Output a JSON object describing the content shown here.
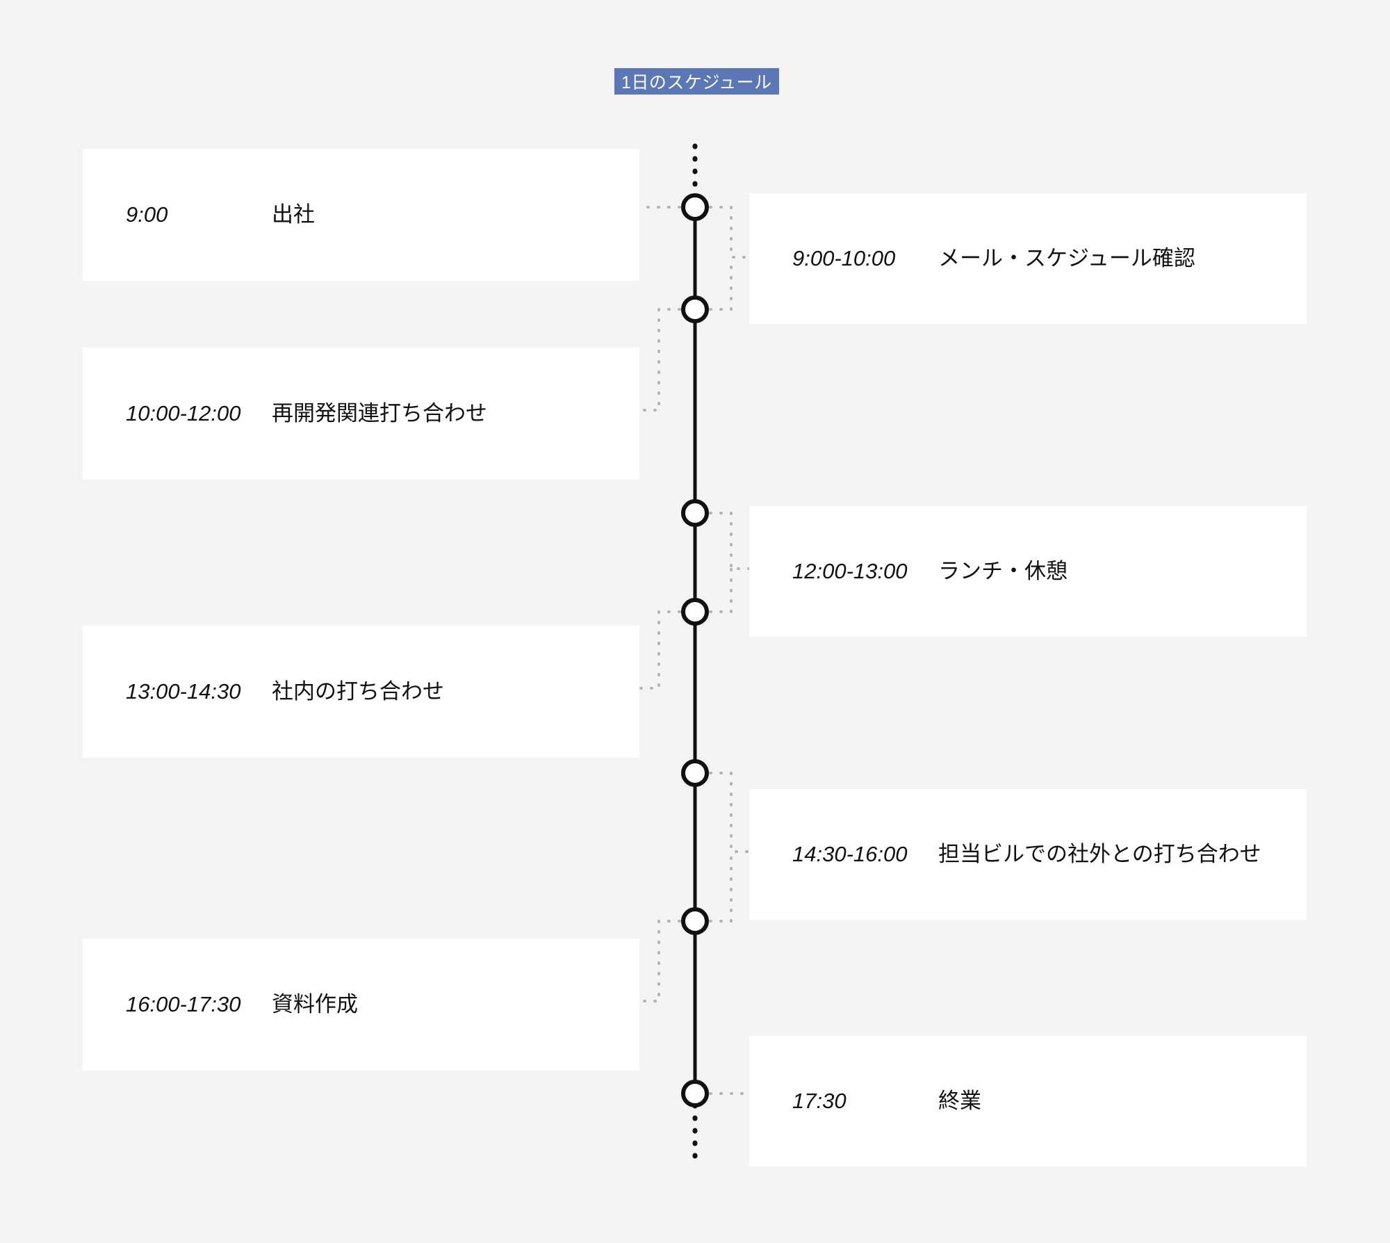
{
  "title": {
    "text": "1日のスケジュール",
    "background_color": "#5c77b6",
    "text_color": "#ffffff"
  },
  "theme": {
    "page_background": "#f4f4f4",
    "card_background": "#ffffff",
    "spine_color": "#111111",
    "connector_color": "#b3b3b3",
    "node_fill": "#ffffff",
    "node_stroke": "#111111"
  },
  "timeline": {
    "node_count": 7,
    "left_items": [
      {
        "time": "9:00",
        "label": "出社"
      },
      {
        "time": "10:00-12:00",
        "label": "再開発関連打ち合わせ"
      },
      {
        "time": "13:00-14:30",
        "label": "社内の打ち合わせ"
      },
      {
        "time": "16:00-17:30",
        "label": "資料作成"
      }
    ],
    "right_items": [
      {
        "time": "9:00-10:00",
        "label": "メール・スケジュール確認"
      },
      {
        "time": "12:00-13:00",
        "label": "ランチ・休憩"
      },
      {
        "time": "14:30-16:00",
        "label": "担当ビルでの社外との打ち合わせ"
      },
      {
        "time": "17:30",
        "label": "終業"
      }
    ]
  }
}
